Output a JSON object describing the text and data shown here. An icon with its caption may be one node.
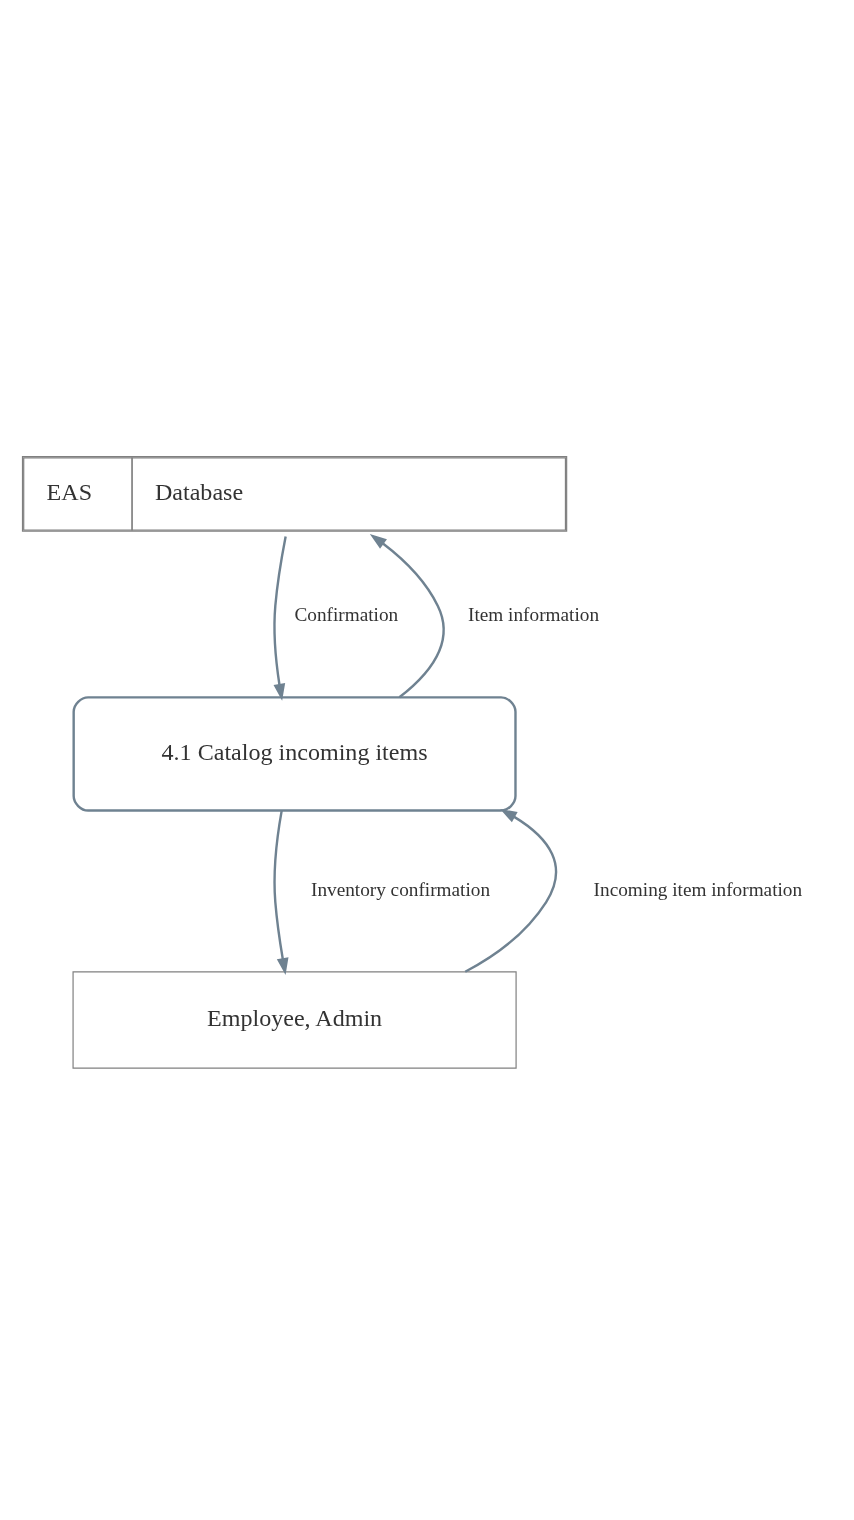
{
  "diagram": {
    "nodes": [
      {
        "text": [
          "EAS",
          "Database"
        ]
      },
      {
        "text": [
          "4.1 Catalog incoming items"
        ]
      },
      {
        "text": [
          "Employee, Admin"
        ]
      }
    ],
    "edges": [
      {
        "from": 0,
        "to": 1,
        "arrow": "to",
        "label": "Confirmation"
      },
      {
        "from": 1,
        "to": 0,
        "arrow": "to",
        "label": "Item information"
      },
      {
        "from": 1,
        "to": 2,
        "arrow": "to",
        "label": "Inventory confirmation"
      },
      {
        "from": 2,
        "to": 1,
        "arrow": "to",
        "label": "Incoming item information"
      }
    ]
  }
}
